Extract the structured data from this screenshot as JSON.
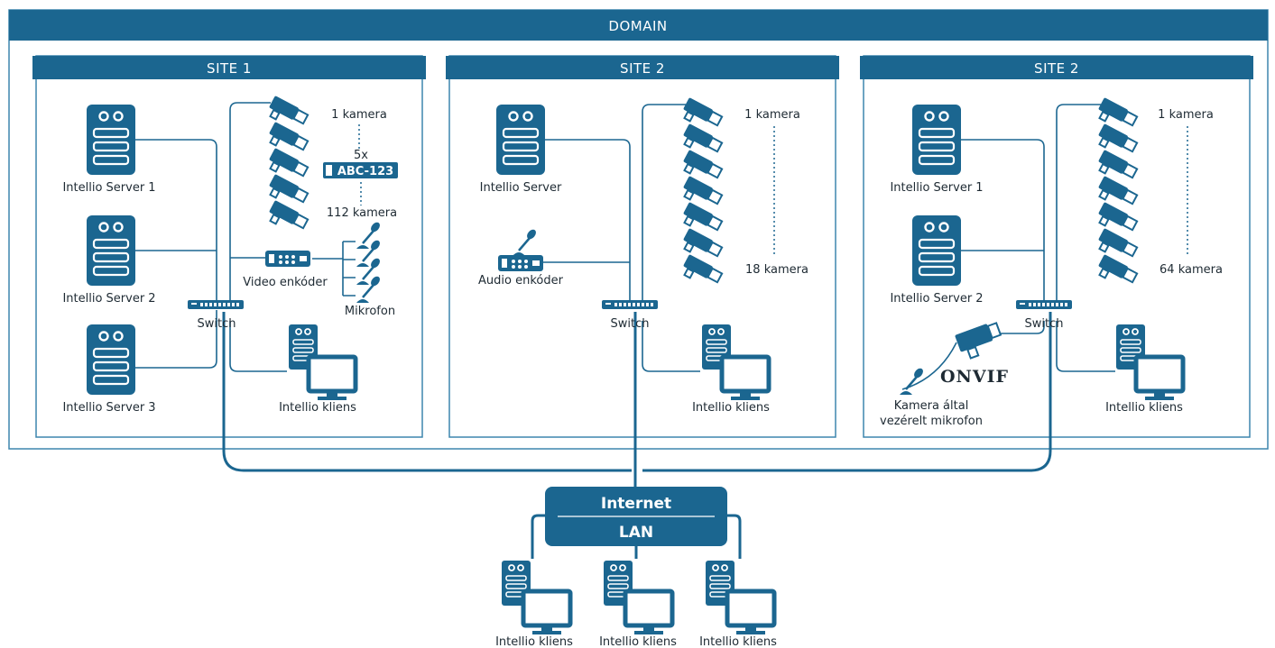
{
  "colors": {
    "primary": "#1b6690",
    "dark": "#155679",
    "text": "#1e2a33",
    "border": "#3d86ad"
  },
  "domain": {
    "label": "DOMAIN"
  },
  "sites": [
    {
      "title": "SITE 1",
      "servers": [
        "Intellio Server 1",
        "Intellio Server 2",
        "Intellio Server 3"
      ],
      "camera_first": "1 kamera",
      "camera_last": "112 kamera",
      "multiplier": "5x",
      "plate_text": "ABC-123",
      "encoder": "Video enkóder",
      "microphone": "Mikrofon",
      "switch": "Switch",
      "client": "Intellio kliens"
    },
    {
      "title": "SITE 2",
      "servers": [
        "Intellio Server"
      ],
      "camera_first": "1 kamera",
      "camera_last": "18 kamera",
      "encoder": "Audio enkóder",
      "switch": "Switch",
      "client": "Intellio kliens"
    },
    {
      "title": "SITE 2",
      "servers": [
        "Intellio Server 1",
        "Intellio Server 2"
      ],
      "camera_first": "1 kamera",
      "camera_last": "64 kamera",
      "onvif": "ONVIF",
      "camera_mic_line1": "Kamera által",
      "camera_mic_line2": "vezérelt mikrofon",
      "switch": "Switch",
      "client": "Intellio kliens"
    }
  ],
  "network": {
    "internet": "Internet",
    "lan": "LAN"
  },
  "remote_clients": [
    "Intellio kliens",
    "Intellio kliens",
    "Intellio kliens"
  ],
  "icons": {
    "server": "server-icon",
    "camera": "camera-icon",
    "switch": "switch-icon",
    "client": "workstation-icon",
    "microphone": "microphone-icon",
    "encoder": "encoder-icon"
  }
}
